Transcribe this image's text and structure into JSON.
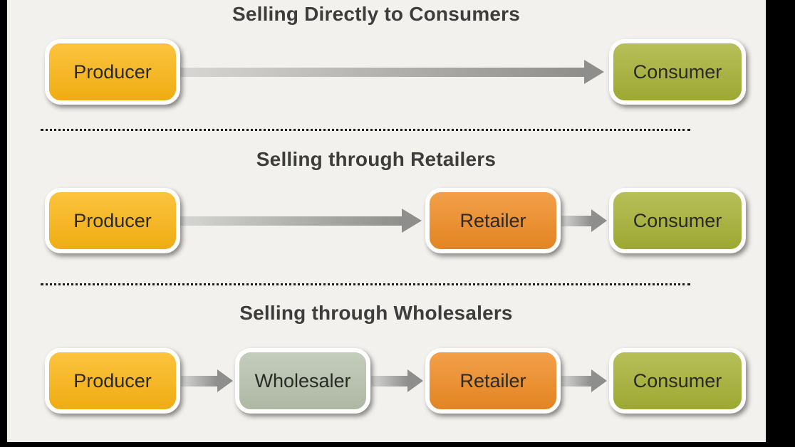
{
  "canvas": {
    "background": "#f2f1ee",
    "letterbox_color": "#000000",
    "title_color": "#3d3d3d",
    "label_color": "#2a2a26"
  },
  "colors": {
    "producer": "#fbb614",
    "wholesaler": "#b7c2ad",
    "retailer": "#ef8b23",
    "consumer": "#a6b135",
    "arrow_light": "#d6d6d4",
    "arrow_dark": "#8e8e8c"
  },
  "sections": [
    {
      "title": "Selling Directly to Consumers",
      "nodes": [
        {
          "label": "Producer",
          "role": "producer"
        },
        {
          "label": "Consumer",
          "role": "consumer"
        }
      ]
    },
    {
      "title": "Selling through Retailers",
      "nodes": [
        {
          "label": "Producer",
          "role": "producer"
        },
        {
          "label": "Retailer",
          "role": "retailer"
        },
        {
          "label": "Consumer",
          "role": "consumer"
        }
      ]
    },
    {
      "title": "Selling through Wholesalers",
      "nodes": [
        {
          "label": "Producer",
          "role": "producer"
        },
        {
          "label": "Wholesaler",
          "role": "wholesaler"
        },
        {
          "label": "Retailer",
          "role": "retailer"
        },
        {
          "label": "Consumer",
          "role": "consumer"
        }
      ]
    }
  ]
}
